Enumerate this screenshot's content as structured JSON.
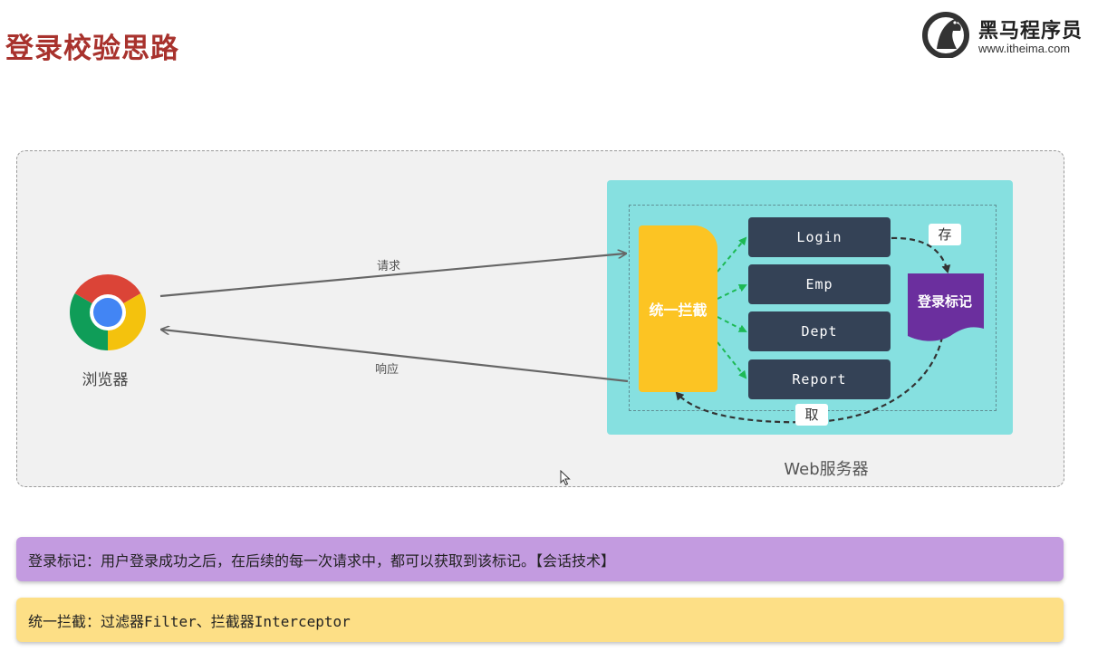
{
  "title": "登录校验思路",
  "logo": {
    "name": "黑马程序员",
    "url": "www.itheima.com"
  },
  "browser": {
    "label": "浏览器",
    "icon": "chrome-icon"
  },
  "arrows": {
    "request": "请求",
    "response": "响应"
  },
  "server": {
    "label": "Web服务器",
    "interceptor": "统一拦截",
    "endpoints": [
      "Login",
      "Emp",
      "Dept",
      "Report"
    ],
    "token": "登录标记",
    "store": "存",
    "fetch": "取"
  },
  "notes": [
    "登录标记：用户登录成功之后，在后续的每一次请求中，都可以获取到该标记。【会话技术】",
    "统一拦截：过滤器Filter、拦截器Interceptor"
  ],
  "colors": {
    "title": "#a8322d",
    "server_panel": "#86e0e0",
    "interceptor": "#fcc423",
    "endpoint": "#344256",
    "token": "#6b2f9e",
    "note_purple": "#c39be0",
    "note_yellow": "#fddf86",
    "green_arrow": "#1db954"
  }
}
